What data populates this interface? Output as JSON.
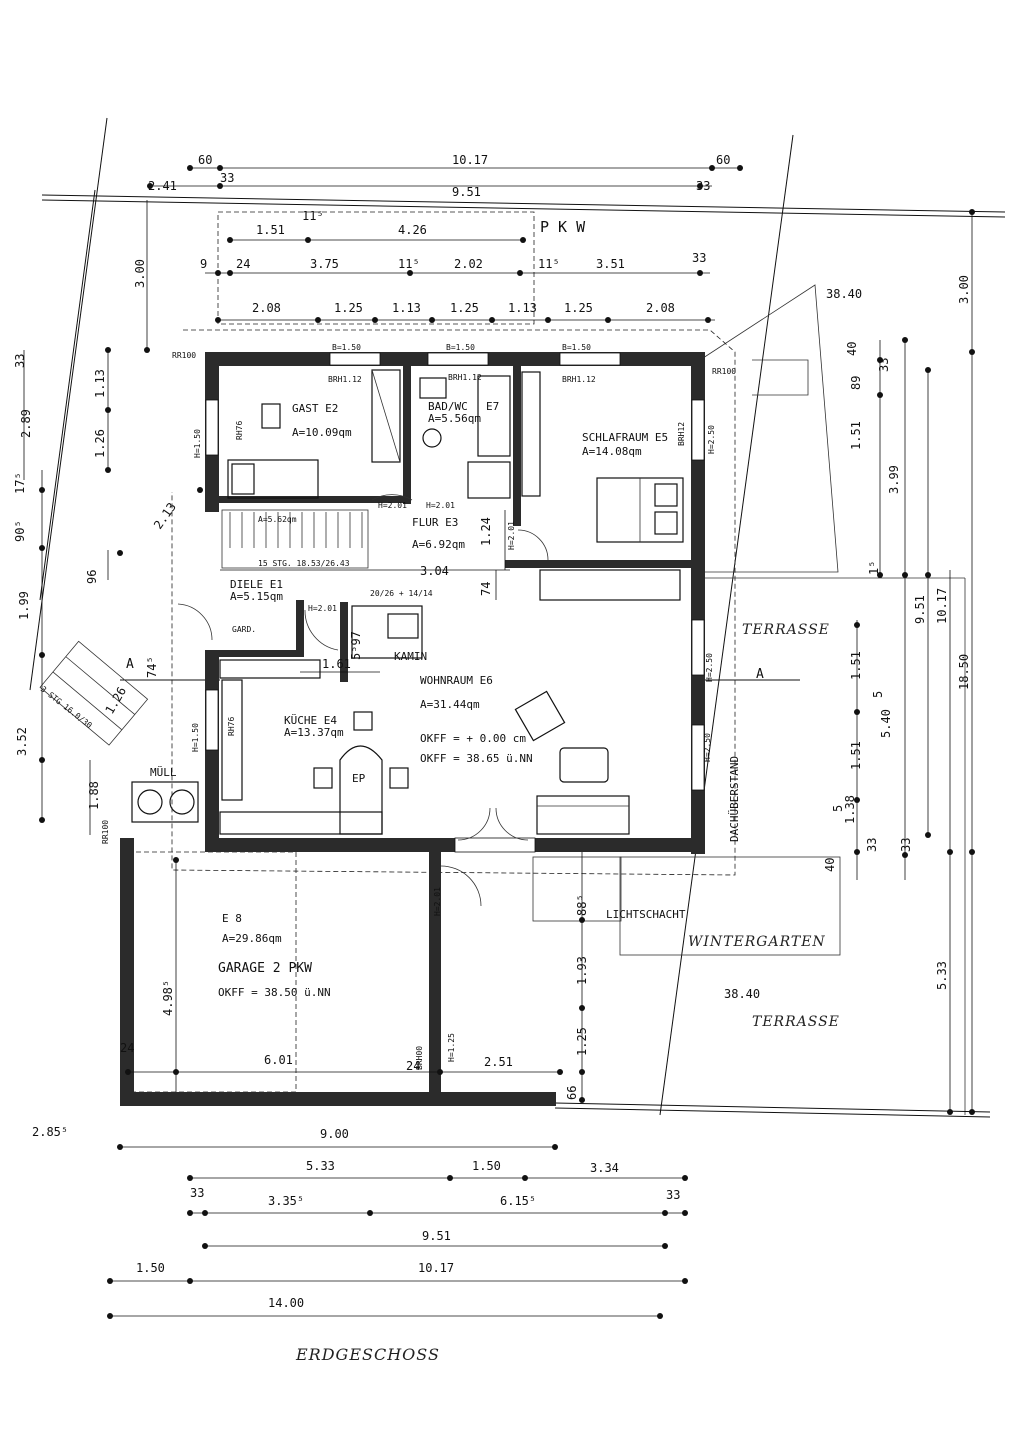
{
  "rooms": {
    "gast_name": "GAST E2",
    "gast_area": "A=10.09qm",
    "bad_name": "BAD/WC",
    "bad_area": "A=5.56qm",
    "e7": "E7",
    "schlaf_name": "SCHLAFRAUM E5",
    "schlaf_area": "A=14.08qm",
    "flur_name": "FLUR E3",
    "flur_area": "A=6.92qm",
    "diele_name": "DIELE E1",
    "diele_area": "A=5.15qm",
    "wohn_name": "WOHNRAUM E6",
    "wohn_area": "A=31.44qm",
    "wohn_okff1": "OKFF = + 0.00 cm",
    "wohn_okff2": "OKFF = 38.65 ü.NN",
    "kueche_name": "KÜCHE E4",
    "kueche_area": "A=13.37qm",
    "garage_id": "E 8",
    "garage_area": "A=29.86qm",
    "garage_name": "GARAGE 2 PKW",
    "garage_okff": "OKFF = 38.50 ü.NN",
    "kamin": "KAMIN",
    "ep": "EP",
    "muell": "MÜLL",
    "lichtschacht": "LICHTSCHACHT",
    "dachueberstand": "DACHÜBERSTAND",
    "pkw": "P K W",
    "stair_main": "15 STG. 18.53/26.43",
    "stair_ratio": "20/26 + 14/14",
    "stair_ext": "3 STG 16.0/30",
    "stair_area": "A=5.62qm",
    "gard": "GARD."
  },
  "labels": {
    "rr100_a": "RR100",
    "rr100_b": "RR100",
    "rr100_c": "RR100",
    "brh_a": "BRH1.12",
    "brh_b": "BRH1.12",
    "brh_c": "BRH1.12",
    "brh_d": "BRH12",
    "rh76_a": "RH76",
    "rh76_b": "RH76",
    "h150_a": "H=1.50",
    "h150_b": "H=1.50",
    "h201_a": "H=2.01",
    "h201_b": "H=2.01",
    "h201_c": "H=2.01",
    "h201_d": "H=2.01",
    "h201_e": "H=2.01",
    "h250_a": "H=2.50",
    "h250_b": "H=2.50",
    "h250_c": "H=2.50",
    "b150_a": "B=1.50",
    "b150_b": "B=1.50",
    "b150_c": "B=1.50",
    "brh00": "BRH00",
    "h125": "H=1.25"
  },
  "handwritten": {
    "terrasse_top": "TERRASSE",
    "terrasse_bottom": "TERRASSE",
    "wintergarten": "WINTERGARTEN",
    "floor_name": "ERDGESCHOSS"
  },
  "section": {
    "left": "A",
    "right": "A"
  },
  "levels": {
    "top": "38.40",
    "bottom": "38.40"
  },
  "dims": {
    "t_60a": "60",
    "t_1017": "10.17",
    "t_60b": "60",
    "t_241": "2.41",
    "t_33a": "33",
    "t_951": "9.51",
    "t_33b": "33",
    "t_151": "1.51",
    "t_115a": "11⁵",
    "t_426": "4.26",
    "t_9": "9",
    "t_24": "24",
    "t_375": "3.75",
    "t_115b": "11⁵",
    "t_202": "2.02",
    "t_115c": "11⁵",
    "t_351": "3.51",
    "t_33c": "33",
    "t_208a": "2.08",
    "t_125a": "1.25",
    "t_113a": "1.13",
    "t_125b": "1.25",
    "t_113b": "1.13",
    "t_125c": "1.25",
    "t_208b": "2.08",
    "l_300": "3.00",
    "l_33": "33",
    "l_113": "1.13",
    "l_126": "1.26",
    "l_289": "2.89",
    "l_175": "17⁵",
    "l_905": "90⁵",
    "l_213": "2.13",
    "l_96": "96",
    "l_199": "1.99",
    "l_745": "74⁵",
    "l_126b": "1.26",
    "l_352": "3.52",
    "l_188": "1.88",
    "r_300": "3.00",
    "r_40": "40",
    "r_33a": "33",
    "r_89": "89",
    "r_151a": "1.51",
    "r_399": "3.99",
    "r_15": "1⁵",
    "r_951": "9.51",
    "r_1017": "10.17",
    "r_1850": "18.50",
    "r_151b": "1.51",
    "r_5": "5",
    "r_540": "5.40",
    "r_151c": "1.51",
    "r_5b": "5",
    "r_138": "1.38",
    "r_33b": "33",
    "r_40b": "40",
    "r_33c": "33",
    "r_533": "5.33",
    "i_304": "3.04",
    "i_124": "1.24",
    "i_74": "74",
    "i_161": "1.61",
    "i_597": "5⁵97",
    "i_885": "88⁵",
    "i_193": "1.93",
    "i_125": "1.25",
    "i_66": "66",
    "i_4985": "4.98⁵",
    "i_601": "6.01",
    "i_24a": "24",
    "i_24b": "24",
    "i_251": "2.51",
    "b_2855": "2.85⁵",
    "b_900": "9.00",
    "b_533": "5.33",
    "b_150a": "1.50",
    "b_334": "3.34",
    "b_33a": "33",
    "b_3355": "3.35⁵",
    "b_6155": "6.15⁵",
    "b_33b": "33",
    "b_951": "9.51",
    "b_150b": "1.50",
    "b_1017": "10.17",
    "b_1400": "14.00"
  }
}
